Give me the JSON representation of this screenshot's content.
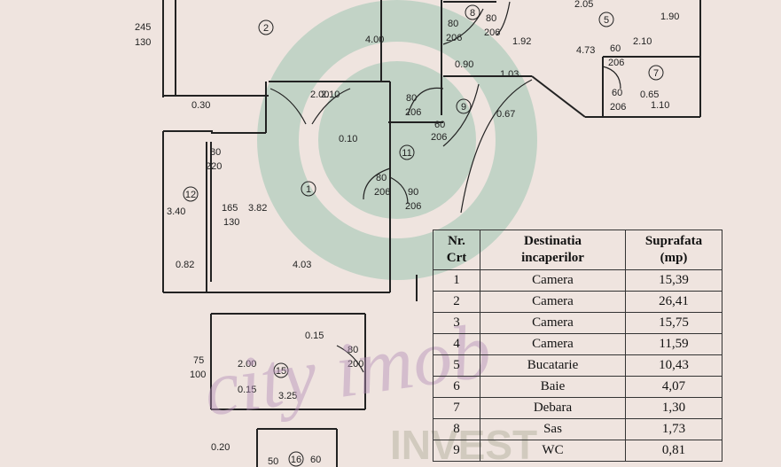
{
  "plan": {
    "room_numbers": [
      "1",
      "2",
      "5",
      "7",
      "8",
      "9",
      "11",
      "12",
      "15",
      "16"
    ],
    "dimensions": [
      "245",
      "130",
      "4.00",
      "2.00",
      "2.10",
      "0.30",
      "0.10",
      "80",
      "220",
      "3.40",
      "165",
      "130",
      "3.82",
      "0.82",
      "4.03",
      "80",
      "206",
      "80",
      "206",
      "80",
      "206",
      "60",
      "206",
      "80",
      "206",
      "90",
      "206",
      "0.90",
      "1.03",
      "1.92",
      "4.73",
      "60",
      "206",
      "2.10",
      "1.90",
      "60",
      "206",
      "0.65",
      "1.10",
      "0.67",
      "0.15",
      "80",
      "200",
      "75",
      "100",
      "2.00",
      "0.15",
      "3.25",
      "0.20",
      "60",
      "50",
      "2.05"
    ]
  },
  "table": {
    "headers": [
      "Nr.\nCrt",
      "Destinatia\nincaperilor",
      "Suprafata\n(mp)"
    ],
    "rows": [
      [
        "1",
        "Camera",
        "15,39"
      ],
      [
        "2",
        "Camera",
        "26,41"
      ],
      [
        "3",
        "Camera",
        "15,75"
      ],
      [
        "4",
        "Camera",
        "11,59"
      ],
      [
        "5",
        "Bucatarie",
        "10,43"
      ],
      [
        "6",
        "Baie",
        "4,07"
      ],
      [
        "7",
        "Debara",
        "1,30"
      ],
      [
        "8",
        "Sas",
        "1,73"
      ],
      [
        "9",
        "WC",
        "0,81"
      ]
    ]
  },
  "watermark": {
    "brand": "city imob",
    "sub": "INVEST",
    "color": "#6fb59a"
  }
}
